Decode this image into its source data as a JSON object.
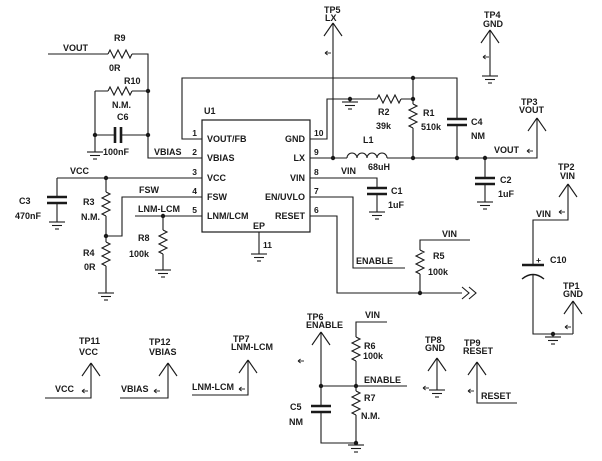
{
  "colors": {
    "ink": "#1a1a1a",
    "background": "#ffffff"
  },
  "ic": {
    "ref": "U1",
    "ep_label": "EP",
    "ep_pin": "11",
    "pins_left": [
      {
        "num": "1",
        "name": "VOUT/FB"
      },
      {
        "num": "2",
        "name": "VBIAS"
      },
      {
        "num": "3",
        "name": "VCC"
      },
      {
        "num": "4",
        "name": "FSW"
      },
      {
        "num": "5",
        "name": "LNM/LCM"
      }
    ],
    "pins_right": [
      {
        "num": "10",
        "name": "GND"
      },
      {
        "num": "9",
        "name": "LX"
      },
      {
        "num": "8",
        "name": "VIN"
      },
      {
        "num": "7",
        "name": "EN/UVLO"
      },
      {
        "num": "6",
        "name": "RESET"
      }
    ]
  },
  "components": {
    "R9": {
      "ref": "R9",
      "value": "0R"
    },
    "R10": {
      "ref": "R10",
      "value": "N.M."
    },
    "C6": {
      "ref": "C6",
      "value": "100nF"
    },
    "C3": {
      "ref": "C3",
      "value": "470nF"
    },
    "R3": {
      "ref": "R3",
      "value": "N.M."
    },
    "R4": {
      "ref": "R4",
      "value": "0R"
    },
    "R8": {
      "ref": "R8",
      "value": "100k"
    },
    "R2": {
      "ref": "R2",
      "value": "39k"
    },
    "R1": {
      "ref": "R1",
      "value": "510k"
    },
    "C4": {
      "ref": "C4",
      "value": "NM"
    },
    "L1": {
      "ref": "L1",
      "value": "68uH"
    },
    "C1": {
      "ref": "C1",
      "value": "1uF"
    },
    "C2": {
      "ref": "C2",
      "value": "1uF"
    },
    "R5": {
      "ref": "R5",
      "value": "100k"
    },
    "R6": {
      "ref": "R6",
      "value": "100k"
    },
    "R7": {
      "ref": "R7",
      "value": "N.M."
    },
    "C5": {
      "ref": "C5",
      "value": "NM"
    },
    "C10": {
      "ref": "C10",
      "polarity": "+"
    }
  },
  "testpoints": {
    "TP1": {
      "ref": "TP1",
      "net": "GND"
    },
    "TP2": {
      "ref": "TP2",
      "net": "VIN"
    },
    "TP3": {
      "ref": "TP3",
      "net": "VOUT"
    },
    "TP4": {
      "ref": "TP4",
      "net": "GND"
    },
    "TP5": {
      "ref": "TP5",
      "net": "LX"
    },
    "TP6": {
      "ref": "TP6",
      "net": "ENABLE"
    },
    "TP7": {
      "ref": "TP7",
      "net": "LNM-LCM"
    },
    "TP8": {
      "ref": "TP8",
      "net": "GND"
    },
    "TP9": {
      "ref": "TP9",
      "net": "RESET"
    },
    "TP11": {
      "ref": "TP11",
      "net": "VCC"
    },
    "TP12": {
      "ref": "TP12",
      "net": "VBIAS"
    }
  },
  "net_labels": {
    "vout_feed": "VOUT",
    "vbias_pin": "VBIAS",
    "vcc_rail": "VCC",
    "fsw": "FSW",
    "lnmlcm_pin": "LNM-LCM",
    "vin_pin8": "VIN",
    "enable_pin7": "ENABLE",
    "vin_r5": "VIN",
    "vout_rail": "VOUT",
    "vin_tp2": "VIN",
    "vin_r6": "VIN",
    "enable_rail": "ENABLE",
    "vcc_stub": "VCC",
    "vbias_stub": "VBIAS",
    "lnmlcm_stub": "LNM-LCM",
    "reset_stub": "RESET"
  }
}
